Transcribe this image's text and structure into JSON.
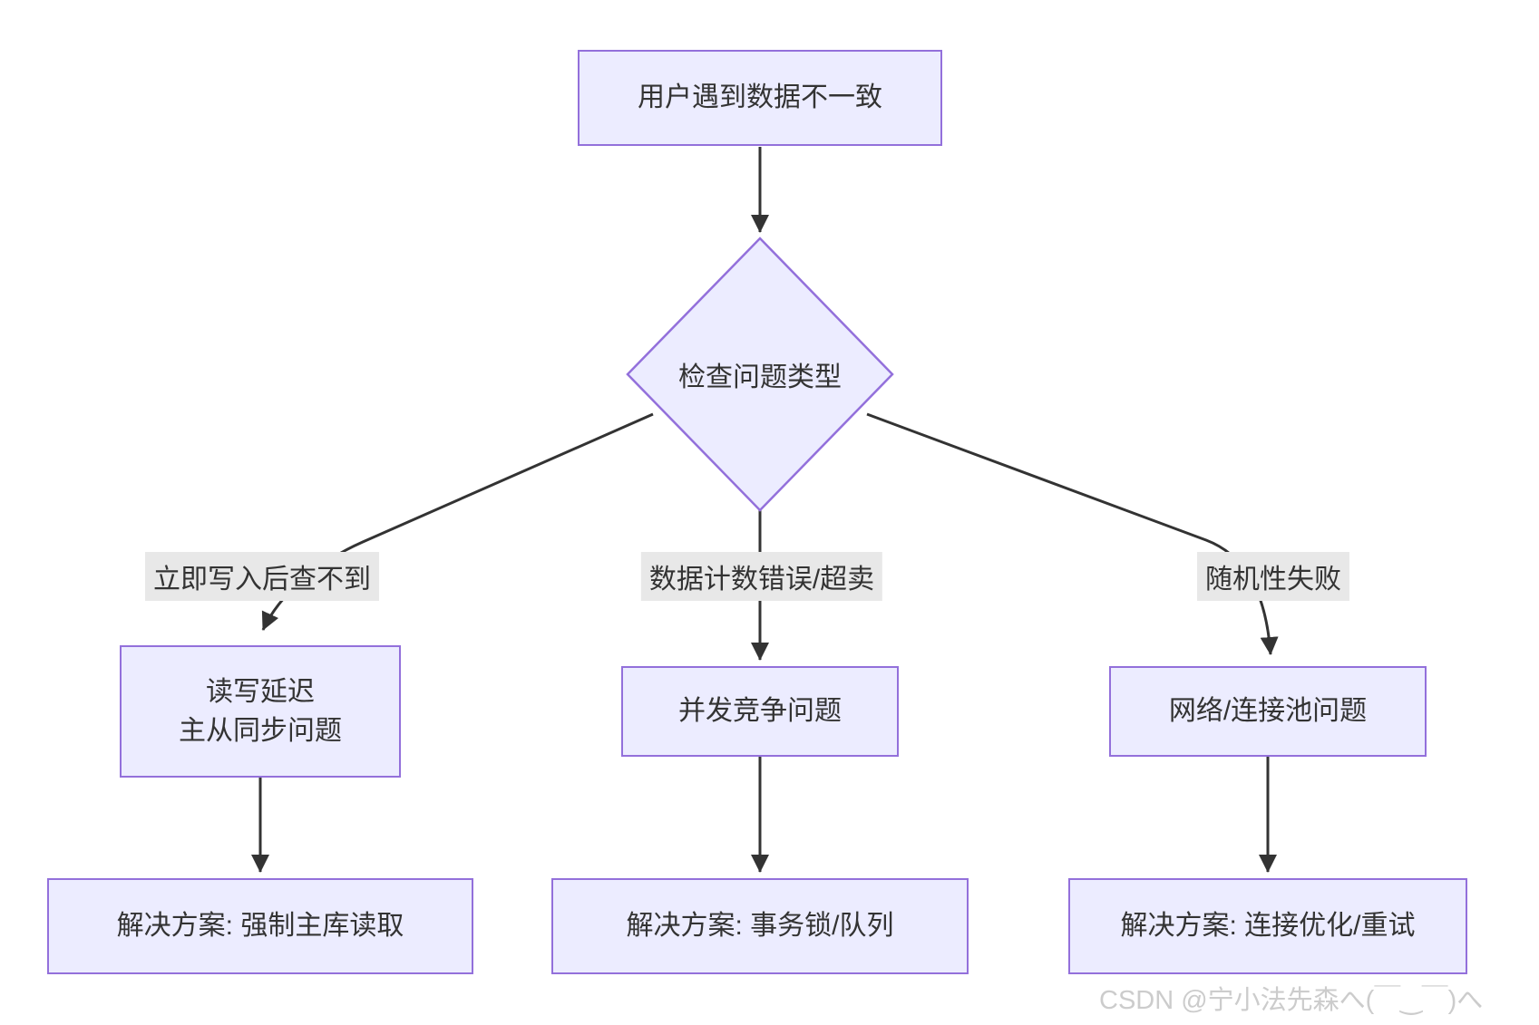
{
  "diagram": {
    "nodes": {
      "start": {
        "label": "用户遇到数据不一致"
      },
      "decision": {
        "label": "检查问题类型"
      },
      "read_write_delay": {
        "line1": "读写延迟",
        "line2": "主从同步问题"
      },
      "concurrency": {
        "label": "并发竞争问题"
      },
      "network_pool": {
        "label": "网络/连接池问题"
      },
      "solution_master_read": {
        "label": "解决方案: 强制主库读取"
      },
      "solution_lock_queue": {
        "label": "解决方案: 事务锁/队列"
      },
      "solution_conn_retry": {
        "label": "解决方案: 连接优化/重试"
      }
    },
    "edge_labels": {
      "left": "立即写入后查不到",
      "middle": "数据计数错误/超卖",
      "right": "随机性失败"
    },
    "colors": {
      "node_fill": "#ECECFF",
      "node_border": "#9370DB",
      "edge_line": "#333333",
      "edge_label_bg": "#e8e8e8",
      "text": "#333333",
      "watermark": "#cccccc"
    }
  },
  "watermark": "CSDN @宁小法先森へ(￣‿￣)へ"
}
